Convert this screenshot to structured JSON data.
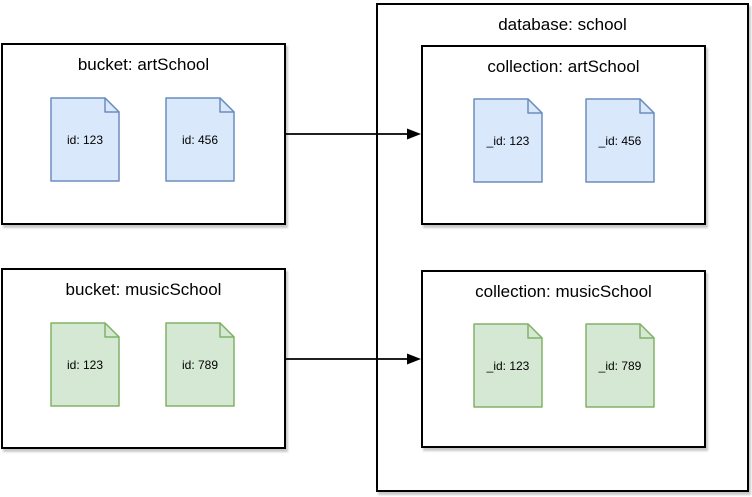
{
  "diagram": {
    "colors": {
      "blue_fill": "#dae8fc",
      "blue_stroke": "#6c8ebf",
      "green_fill": "#d5e8d4",
      "green_stroke": "#82b366",
      "box_stroke": "#000000",
      "arrow": "#000000"
    },
    "buckets": [
      {
        "title": "bucket: artSchool",
        "scheme": "blue",
        "docs": [
          {
            "label": "id: 123"
          },
          {
            "label": "id: 456"
          }
        ]
      },
      {
        "title": "bucket: musicSchool",
        "scheme": "green",
        "docs": [
          {
            "label": "id: 123"
          },
          {
            "label": "id: 789"
          }
        ]
      }
    ],
    "database": {
      "title": "database: school",
      "collections": [
        {
          "title": "collection: artSchool",
          "scheme": "blue",
          "docs": [
            {
              "label": "_id: 123"
            },
            {
              "label": "_id: 456"
            }
          ]
        },
        {
          "title": "collection: musicSchool",
          "scheme": "green",
          "docs": [
            {
              "label": "_id: 123"
            },
            {
              "label": "_id: 789"
            }
          ]
        }
      ]
    }
  }
}
